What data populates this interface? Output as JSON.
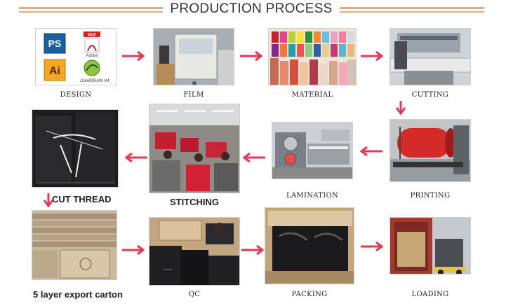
{
  "title": "PRODUCTION PROCESS",
  "colors": {
    "arrow": "#e23a56",
    "rule": "#e5a988",
    "title": "#333333"
  },
  "design_logos": {
    "ps": "PS",
    "pdf": "PDF",
    "adobe": "Adobe",
    "ai": "Ai",
    "coreldraw": "CorelDRAW X4"
  },
  "steps": [
    {
      "id": "design",
      "label": "DESIGN"
    },
    {
      "id": "film",
      "label": "FILM"
    },
    {
      "id": "material",
      "label": "MATERIAL"
    },
    {
      "id": "cutting",
      "label": "CUTTING"
    },
    {
      "id": "printing",
      "label": "PRINTING"
    },
    {
      "id": "lamination",
      "label": "LAMINATION"
    },
    {
      "id": "stitching",
      "label": "STITCHING"
    },
    {
      "id": "cut-thread",
      "label": "CUT THREAD"
    },
    {
      "id": "carton",
      "label": "5 layer export carton"
    },
    {
      "id": "qc",
      "label": "QC"
    },
    {
      "id": "packing",
      "label": "PACKING"
    },
    {
      "id": "loading",
      "label": "LOADING"
    }
  ]
}
